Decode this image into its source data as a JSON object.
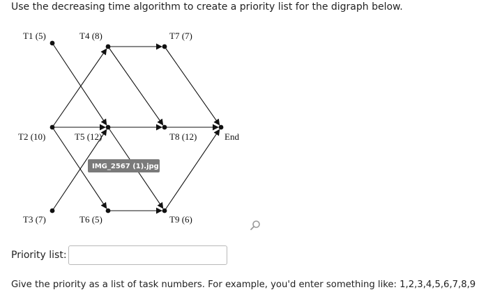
{
  "question": "Use the decreasing time algorithm to create a priority list for the digraph below.",
  "tasks": {
    "T1": "T1 (5)",
    "T2": "T2 (10)",
    "T3": "T3 (7)",
    "T4": "T4 (8)",
    "T5": "T5 (12)",
    "T6": "T6 (5)",
    "T7": "T7 (7)",
    "T8": "T8 (12)",
    "T9": "T9 (6)",
    "End": "End"
  },
  "edges": [
    [
      "T1",
      "T5"
    ],
    [
      "T2",
      "T4"
    ],
    [
      "T2",
      "T5"
    ],
    [
      "T2",
      "T6"
    ],
    [
      "T3",
      "T5"
    ],
    [
      "T4",
      "T7"
    ],
    [
      "T4",
      "T8"
    ],
    [
      "T5",
      "T8"
    ],
    [
      "T5",
      "T9"
    ],
    [
      "T6",
      "T9"
    ],
    [
      "T7",
      "End"
    ],
    [
      "T8",
      "End"
    ],
    [
      "T9",
      "End"
    ]
  ],
  "attachment_label": "IMG_2567 (1).jpg",
  "priority": {
    "label": "Priority list:",
    "value": "",
    "placeholder": ""
  },
  "hint": "Give the priority as a list of task numbers. For example, you'd enter something like: 1,2,3,4,5,6,7,8,9",
  "icons": {
    "zoom": "magnifier-icon"
  }
}
